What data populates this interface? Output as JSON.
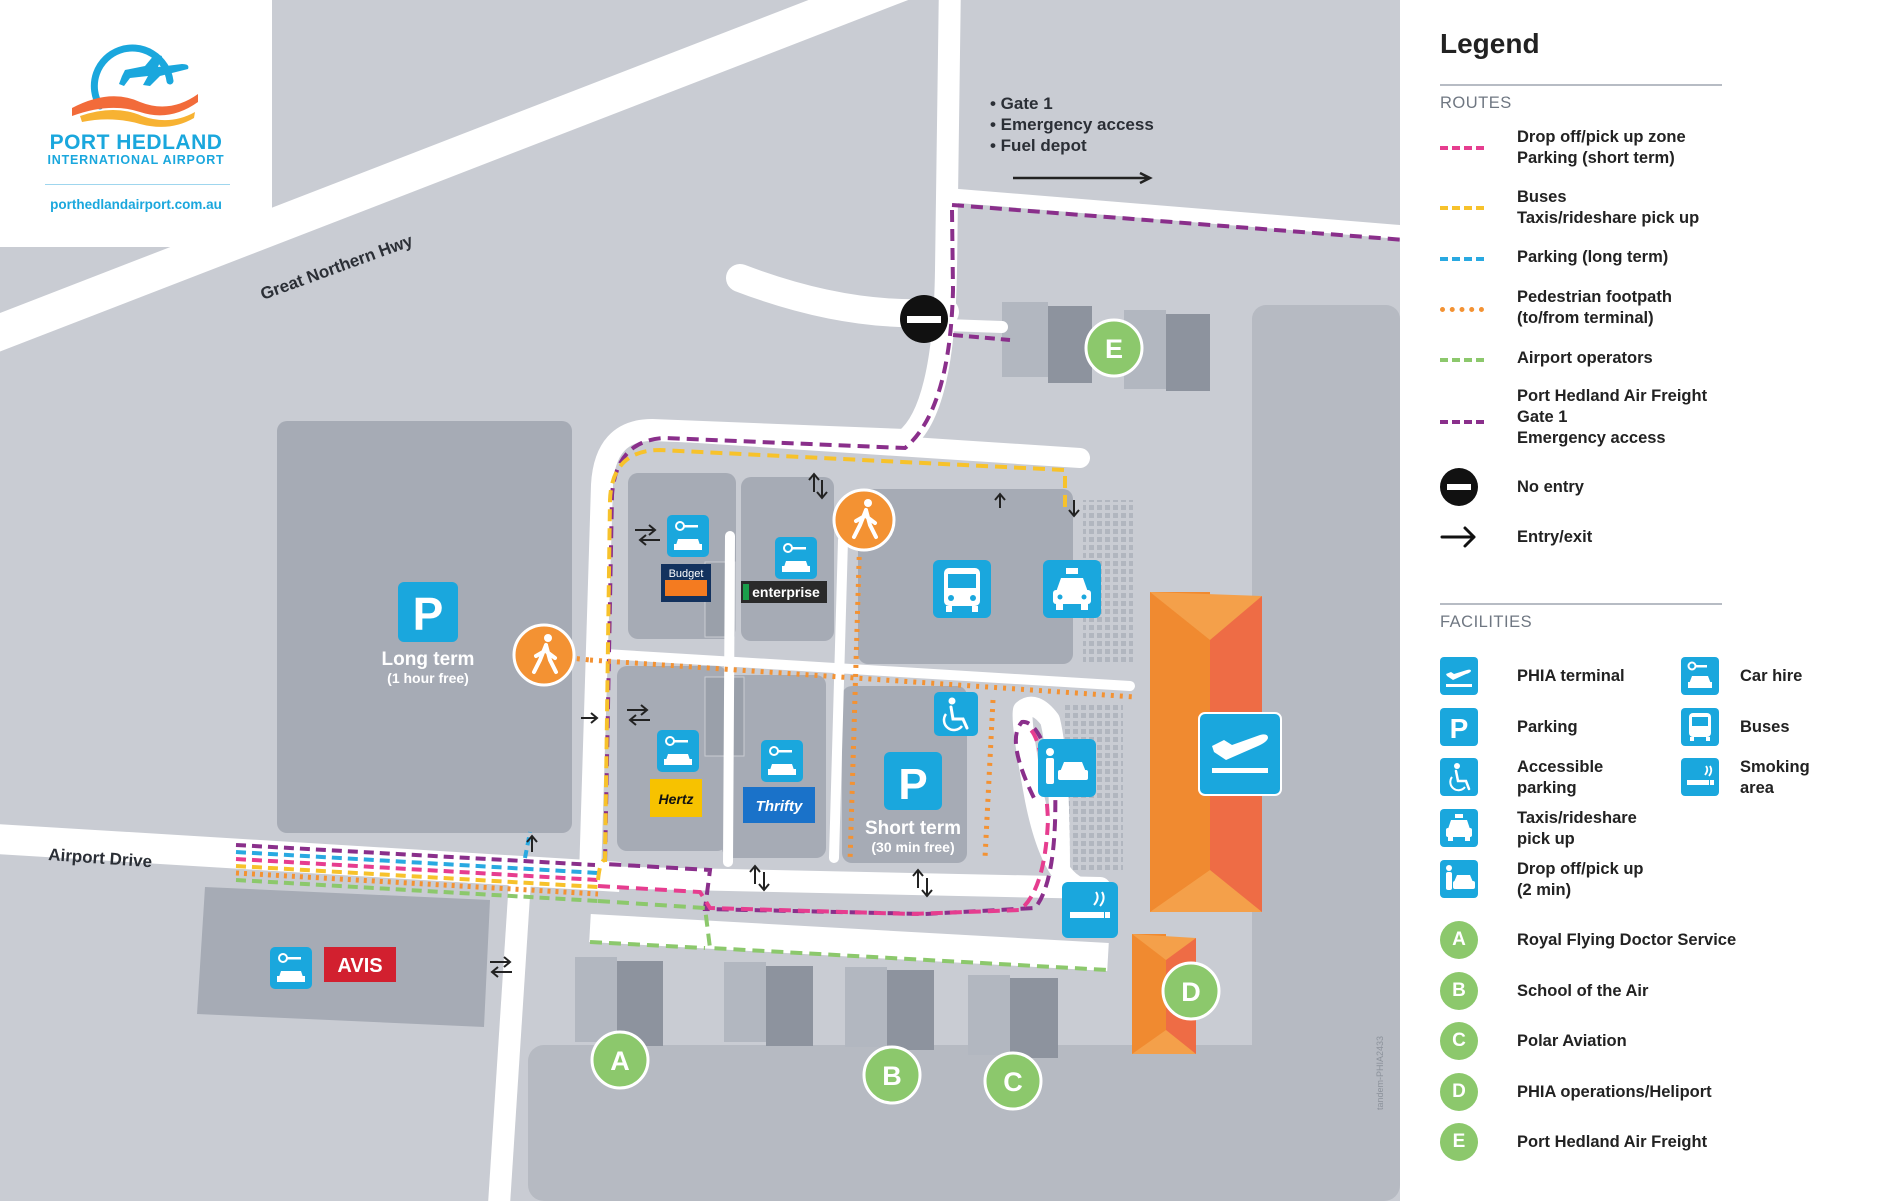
{
  "logo": {
    "name_line1": "PORT HEDLAND",
    "name_line2": "INTERNATIONAL AIRPORT",
    "url": "porthedlandairport.com.au"
  },
  "map": {
    "road_great_northern": "Great Northern Hwy",
    "road_airport_drive": "Airport Drive",
    "gate_info": [
      "• Gate 1",
      "• Emergency access",
      "• Fuel depot"
    ],
    "long_term_label": "Long term",
    "long_term_sub": "(1 hour free)",
    "short_term_label": "Short term",
    "short_term_sub": "(30 min free)",
    "brands": {
      "budget": "Budget",
      "enterprise": "enterprise",
      "hertz": "Hertz",
      "thrifty": "Thrifty",
      "avis": "AVIS"
    },
    "credit": "tandem-PHIA2433"
  },
  "legend": {
    "title": "Legend",
    "routes_heading": "ROUTES",
    "routes": [
      {
        "label": "Drop off/pick up zone\nParking (short term)",
        "color": "#e63d8f",
        "style": "dashed"
      },
      {
        "label": "Buses\nTaxis/rideshare pick up",
        "color": "#f7c22b",
        "style": "dashed"
      },
      {
        "label": "Parking (long term)",
        "color": "#29a9e1",
        "style": "dashed"
      },
      {
        "label": "Pedestrian footpath\n(to/from terminal)",
        "color": "#f39233",
        "style": "dotted"
      },
      {
        "label": "Airport operators",
        "color": "#8cc86c",
        "style": "dashed"
      },
      {
        "label": "Port Hedland Air Freight\nGate 1\nEmergency access",
        "color": "#8a2f8b",
        "style": "dashed"
      }
    ],
    "no_entry": "No entry",
    "entry_exit": "Entry/exit",
    "facilities_heading": "FACILITIES",
    "facilities_left": [
      "PHIA terminal",
      "Parking",
      "Accessible\nparking",
      "Taxis/rideshare\npick up",
      "Drop off/pick up\n(2 min)"
    ],
    "facilities_right": [
      "Car hire",
      "Buses",
      "Smoking\narea"
    ],
    "operators": [
      {
        "letter": "A",
        "name": "Royal Flying Doctor Service"
      },
      {
        "letter": "B",
        "name": "School of the Air"
      },
      {
        "letter": "C",
        "name": "Polar Aviation"
      },
      {
        "letter": "D",
        "name": "PHIA operations/Heliport"
      },
      {
        "letter": "E",
        "name": "Port Hedland Air Freight"
      }
    ]
  },
  "colors": {
    "icon_blue": "#1aa7dd",
    "terminal_orange": "#f08a30",
    "operator_green": "#8cc86c",
    "pedestrian_orange": "#f39233"
  }
}
